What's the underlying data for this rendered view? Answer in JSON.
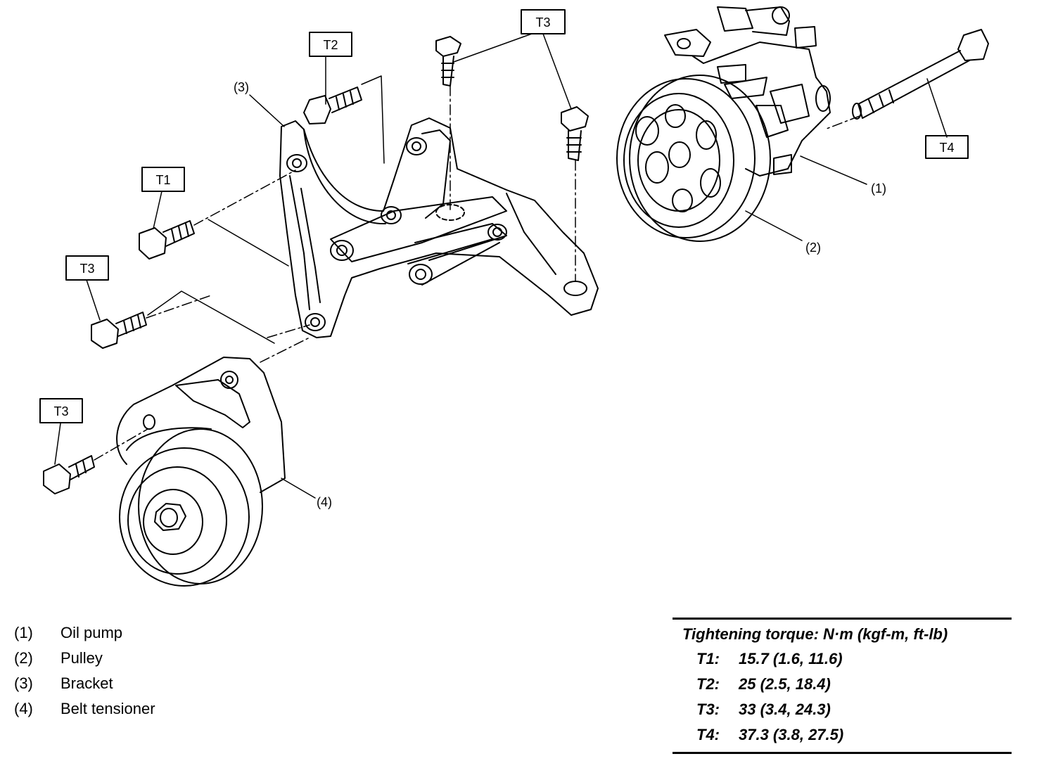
{
  "callouts": {
    "oil_pump": "(1)",
    "pulley": "(2)",
    "bracket": "(3)",
    "belt_tensioner": "(4)"
  },
  "tags": {
    "t2_top": "T2",
    "t3_top": "T3",
    "t4_right": "T4",
    "t1_left": "T1",
    "t3_left": "T3",
    "t3_bottom": "T3"
  },
  "legend": [
    {
      "num": "(1)",
      "label": "Oil pump"
    },
    {
      "num": "(2)",
      "label": "Pulley"
    },
    {
      "num": "(3)",
      "label": "Bracket"
    },
    {
      "num": "(4)",
      "label": "Belt tensioner"
    }
  ],
  "torque": {
    "title": "Tightening torque: N·m (kgf-m, ft-lb)",
    "rows": [
      {
        "code": "T1:",
        "value": "15.7 (1.6, 11.6)"
      },
      {
        "code": "T2:",
        "value": "25 (2.5, 18.4)"
      },
      {
        "code": "T3:",
        "value": "33 (3.4, 24.3)"
      },
      {
        "code": "T4:",
        "value": "37.3 (3.8, 27.5)"
      }
    ]
  }
}
